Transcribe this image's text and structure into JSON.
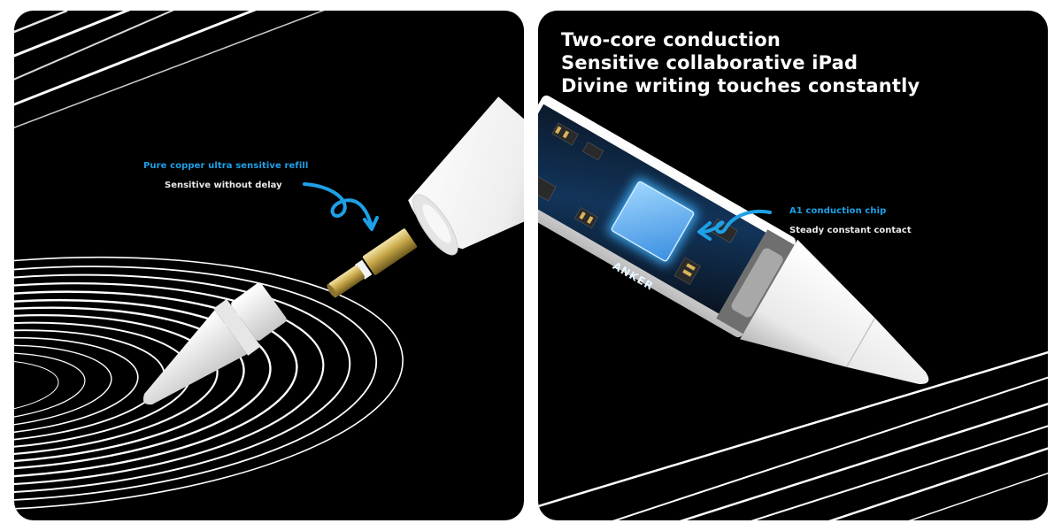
{
  "panels": {
    "left": {
      "callout": {
        "title": "Pure copper ultra sensitive refill",
        "subtitle": "Sensitive without delay"
      }
    },
    "right": {
      "headline": [
        "Two-core conduction",
        "Sensitive collaborative iPad",
        "Divine writing touches constantly"
      ],
      "callout": {
        "title": "A1 conduction chip",
        "subtitle": "Steady constant contact"
      },
      "chip_label": "ANKER"
    }
  },
  "colors": {
    "background": "#000000",
    "accent": "#1ea0e6",
    "text": "#ffffff",
    "page": "#ffffff",
    "gold": "#c9a94a",
    "chip_glow": "#3fb4ff"
  }
}
